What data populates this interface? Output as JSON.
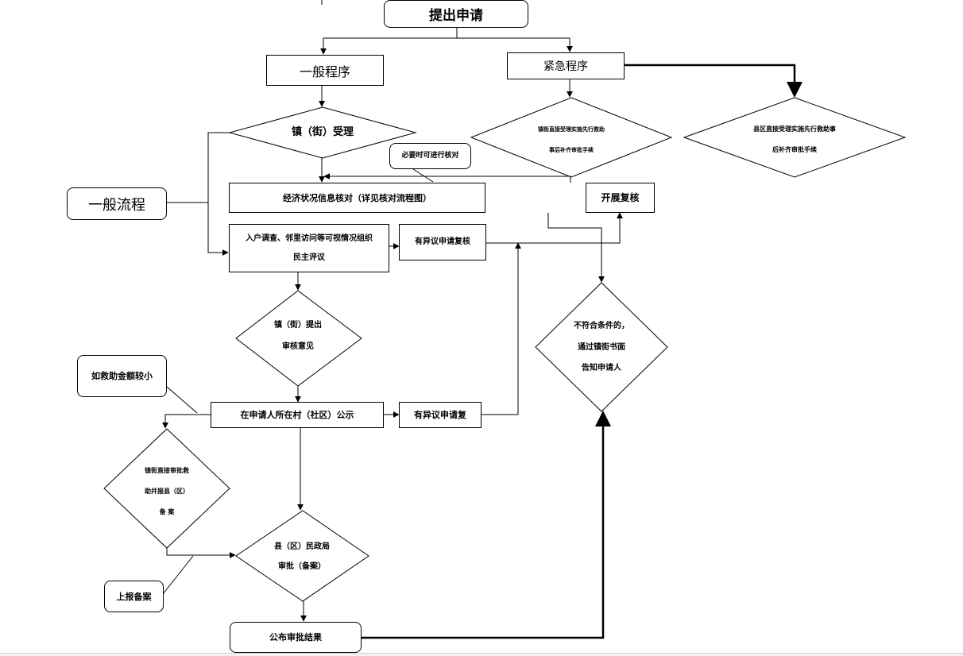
{
  "nodes": {
    "submit": "提出申请",
    "general": "一般程序",
    "urgent": "紧急程序",
    "town_accept": "镇（街）受理",
    "town_direct_1": "镇街直接受理实施先行救助",
    "town_direct_2": "事后补齐审批手续",
    "county_direct_1": "县区直接受理实施先行救助事",
    "county_direct_2": "后补齐审批手续",
    "verify_note": "必要时可进行核对",
    "econ_check": "经济状况信息核对（详见核对流程图）",
    "recheck": "开展复核",
    "general_flow": "一般流程",
    "survey_1": "入户调查、邻里访问等可视情况组织",
    "survey_2": "民主评议",
    "objection_1": "有异议申请复核",
    "town_opinion_1": "镇（街）提出",
    "town_opinion_2": "审核意见",
    "reject_1": "不符合条件的，",
    "reject_2": "通过镇街书面",
    "reject_3": "告知申请人",
    "small_amount": "如救助金额较小",
    "publicize": "在申请人所在村（社区）公示",
    "objection_2": "有异议申请复",
    "town_approve_1": "镇街直接审批救",
    "town_approve_2": "助并报县（区）",
    "town_approve_3": "备  案",
    "county_approve_1": "县（区）民政局",
    "county_approve_2": "审批（备案）",
    "report": "上报备案",
    "publish": "公布审批结果"
  }
}
